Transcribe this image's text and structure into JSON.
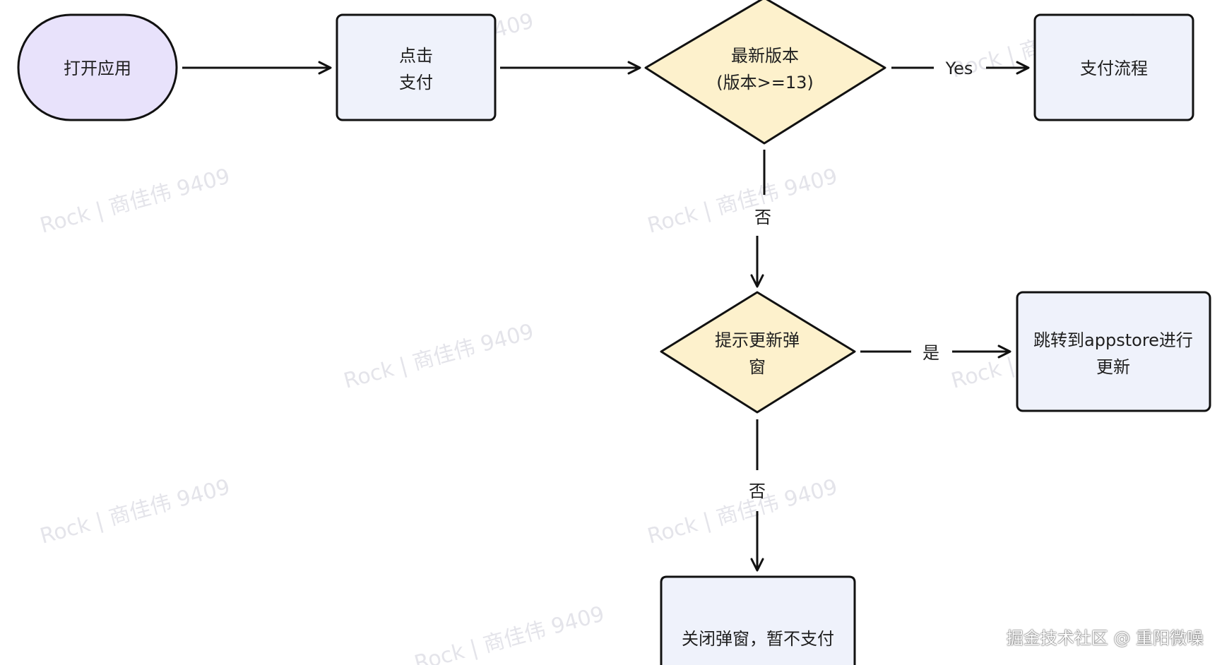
{
  "colors": {
    "start_fill": "#e8e2fb",
    "process_fill": "#eff2fb",
    "decision_fill": "#fdf1cc",
    "stroke": "#111111",
    "watermark": "#e4e4ea"
  },
  "nodes": {
    "open_app": "打开应用",
    "click_pay_line1": "点击",
    "click_pay_line2": "支付",
    "latest_version_line1": "最新版本",
    "latest_version_line2": "(版本>=13)",
    "pay_flow": "支付流程",
    "update_prompt_line1": "提示更新弹",
    "update_prompt_line2": "窗",
    "goto_appstore_line1": "跳转到appstore进行",
    "goto_appstore_line2": "更新",
    "close_popup": "关闭弹窗，暂不支付"
  },
  "edges": {
    "yes_label": "Yes",
    "no_label_1": "否",
    "is_label": "是",
    "no_label_2": "否"
  },
  "watermark_text": "Rock | 商佳伟 9409",
  "credit": "掘金技术社区 @ 重阳微噪"
}
